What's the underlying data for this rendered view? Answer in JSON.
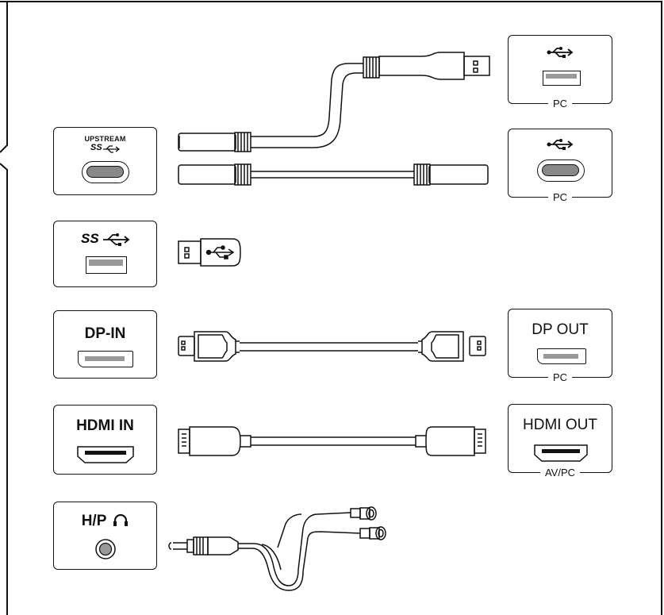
{
  "left_ports": {
    "upstream_label": "UPSTREAM",
    "usb_ss_label": "SS",
    "dp_in_label": "DP-IN",
    "hdmi_in_label": "HDMI IN",
    "hp_label": "H/P"
  },
  "right_ports": {
    "pc_usb_a_legend": "PC",
    "pc_usb_c_legend": "PC",
    "dp_out_label": "DP OUT",
    "dp_out_legend": "PC",
    "hdmi_out_label": "HDMI OUT",
    "hdmi_out_legend": "AV/PC"
  },
  "icons": [
    "usb-icon",
    "usb-ss-icon",
    "headphone-icon",
    "usb-cable-icon"
  ]
}
